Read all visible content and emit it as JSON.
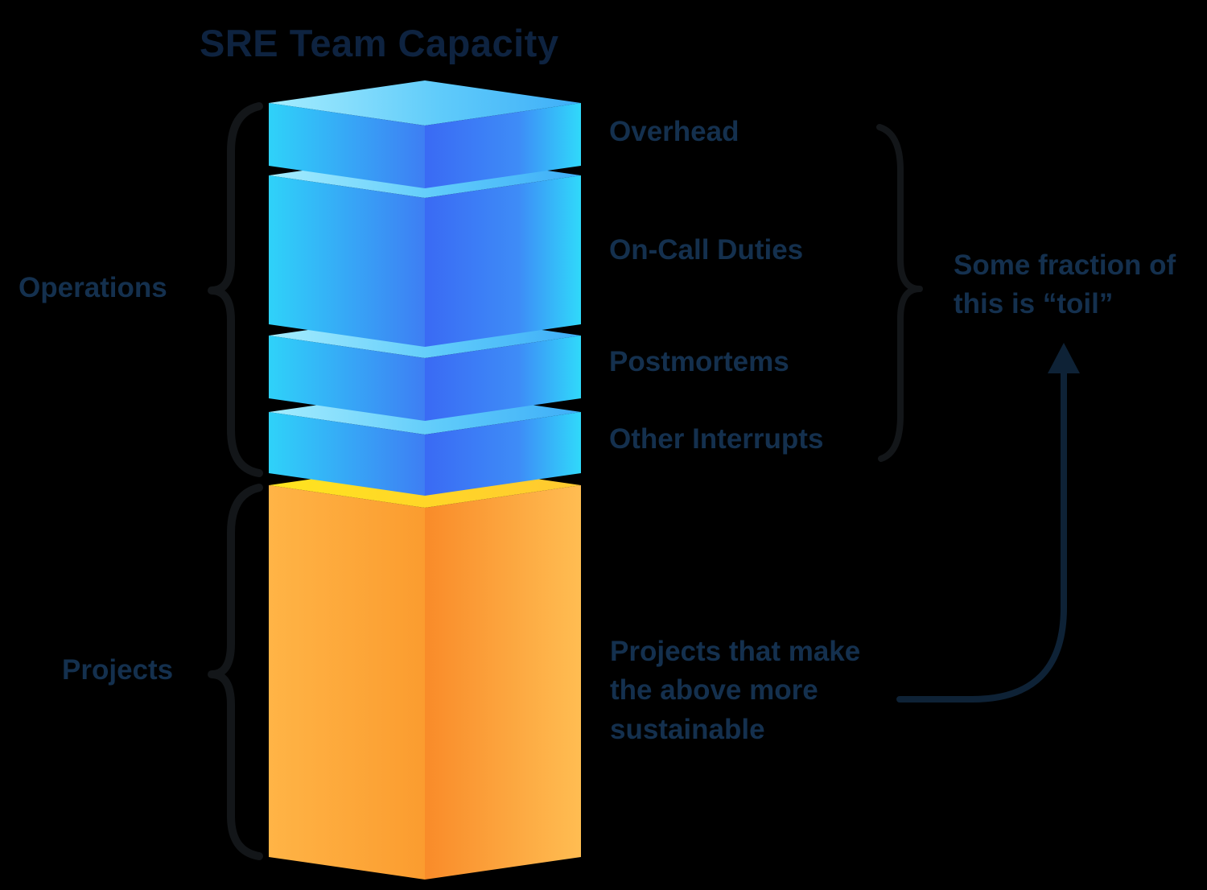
{
  "title": "SRE Team Capacity",
  "column": {
    "segments": [
      {
        "name": "overhead",
        "label": "Overhead",
        "group": "Operations",
        "color_theme": "blue"
      },
      {
        "name": "on_call_duties",
        "label": "On-Call Duties",
        "group": "Operations",
        "color_theme": "blue"
      },
      {
        "name": "postmortems",
        "label": "Postmortems",
        "group": "Operations",
        "color_theme": "blue"
      },
      {
        "name": "other_interrupts",
        "label": "Other Interrupts",
        "group": "Operations",
        "color_theme": "blue"
      },
      {
        "name": "projects",
        "label": "Projects that make the above more sustainable",
        "group": "Projects",
        "color_theme": "orange"
      }
    ]
  },
  "group_labels": {
    "operations": "Operations",
    "projects": "Projects"
  },
  "annotations": {
    "toil_lines": [
      "Some fraction of",
      "this is “toil”"
    ],
    "projects_note_lines": [
      "Projects that make",
      "the above more",
      "sustainable"
    ]
  },
  "colors": {
    "background": "#000000",
    "title_text": "#0E2340",
    "label_text": "#14304E",
    "arrow": "#0E2236",
    "brace": "#131619",
    "blue_top_light": "#A6EDFE",
    "blue_top_dark": "#3EAEF8",
    "blue_side_cyan": "#2FD2F9",
    "blue_side_blue": "#3E7EF3",
    "blue_right_deep": "#3A6AF4",
    "orange_left_light": "#FFB446",
    "orange_left_dark": "#FB9C2F",
    "orange_right_deep": "#F98B29",
    "orange_right_light": "#FFBD52",
    "yellow_top_light": "#FFE41F",
    "yellow_top_dark": "#FFC930"
  }
}
